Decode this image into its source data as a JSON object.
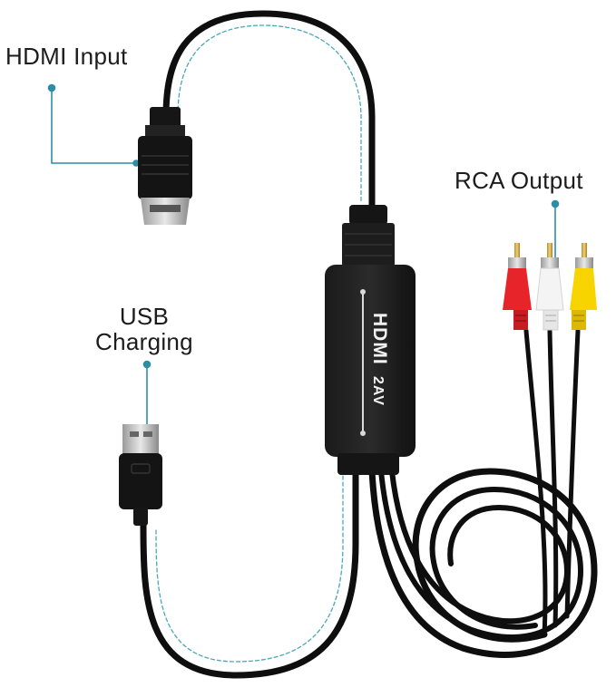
{
  "labels": {
    "hdmi_input": "HDMI Input",
    "rca_output": "RCA Output",
    "usb_line1": "USB",
    "usb_line2": "Charging"
  },
  "converter": {
    "brand_main": "HDMI",
    "brand_sub": "2AV"
  },
  "colors": {
    "cable": "#0d0d0d",
    "accent_dashed": "#2a8fa6",
    "rca_red": "#e8242b",
    "rca_white": "#f4f4f4",
    "rca_yellow": "#f7d300"
  }
}
